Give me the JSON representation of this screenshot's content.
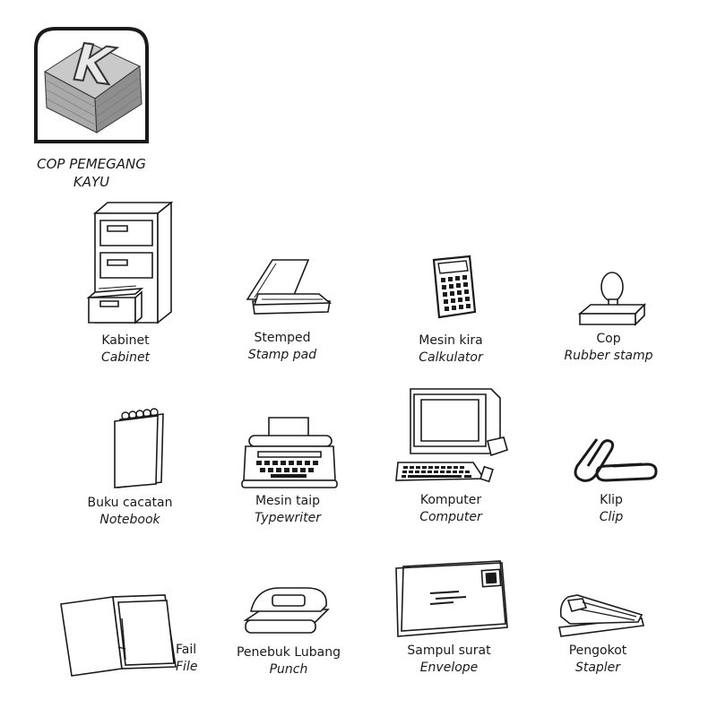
{
  "header": {
    "logo_letter": "K",
    "title_line1": "COP PEMEGANG",
    "title_line2": "KAYU"
  },
  "items": [
    {
      "name_ms": "Kabinet",
      "name_en": "Cabinet",
      "icon": "cabinet-icon"
    },
    {
      "name_ms": "Stemped",
      "name_en": "Stamp pad",
      "icon": "stamp-pad-icon"
    },
    {
      "name_ms": "Mesin kira",
      "name_en": "Calkulator",
      "icon": "calculator-icon"
    },
    {
      "name_ms": "Cop",
      "name_en": "Rubber stamp",
      "icon": "rubber-stamp-icon"
    },
    {
      "name_ms": "Buku cacatan",
      "name_en": "Notebook",
      "icon": "notebook-icon"
    },
    {
      "name_ms": "Mesin taip",
      "name_en": "Typewriter",
      "icon": "typewriter-icon"
    },
    {
      "name_ms": "Komputer",
      "name_en": "Computer",
      "icon": "computer-icon"
    },
    {
      "name_ms": "Klip",
      "name_en": "Clip",
      "icon": "paper-clip-icon"
    },
    {
      "name_ms": "Fail",
      "name_en": "File",
      "icon": "file-folder-icon"
    },
    {
      "name_ms": "Penebuk Lubang",
      "name_en": "Punch",
      "icon": "hole-punch-icon"
    },
    {
      "name_ms": "Sampul surat",
      "name_en": "Envelope",
      "icon": "envelope-icon"
    },
    {
      "name_ms": "Pengokot",
      "name_en": "Stapler",
      "icon": "stapler-icon"
    }
  ]
}
